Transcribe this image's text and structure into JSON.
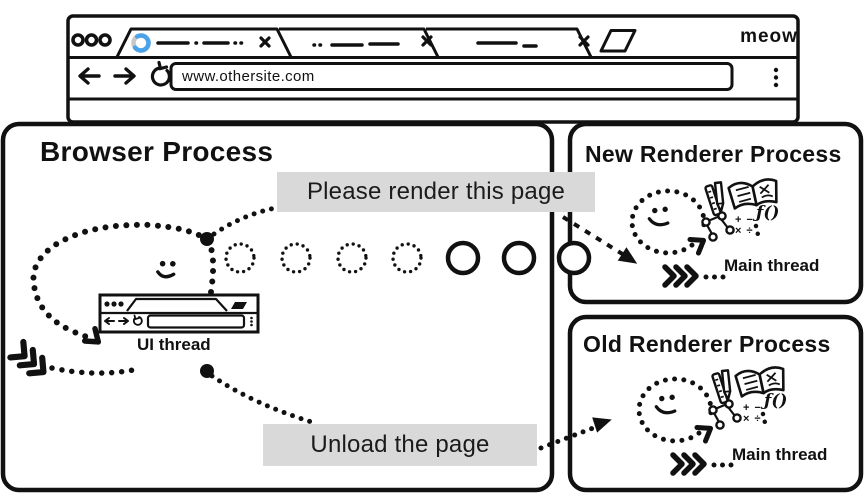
{
  "window": {
    "url": "www.othersite.com",
    "brand": "meow"
  },
  "processes": {
    "browser": {
      "title": "Browser Process",
      "thread_label": "UI thread"
    },
    "new_renderer": {
      "title": "New Renderer Process",
      "thread_label": "Main thread"
    },
    "old_renderer": {
      "title": "Old Renderer Process",
      "thread_label": "Main thread"
    }
  },
  "messages": {
    "render": "Please render this page",
    "unload": "Unload the page"
  },
  "renderer_icons": {
    "math_row1": "+ −",
    "math_row2": "× ÷",
    "function_label": "ƒ()"
  },
  "colors": {
    "ink": "#111111",
    "label_bg": "#d9d9d9",
    "spinner_blue": "#4aa3e8",
    "spinner_track": "#c8c8c8"
  }
}
